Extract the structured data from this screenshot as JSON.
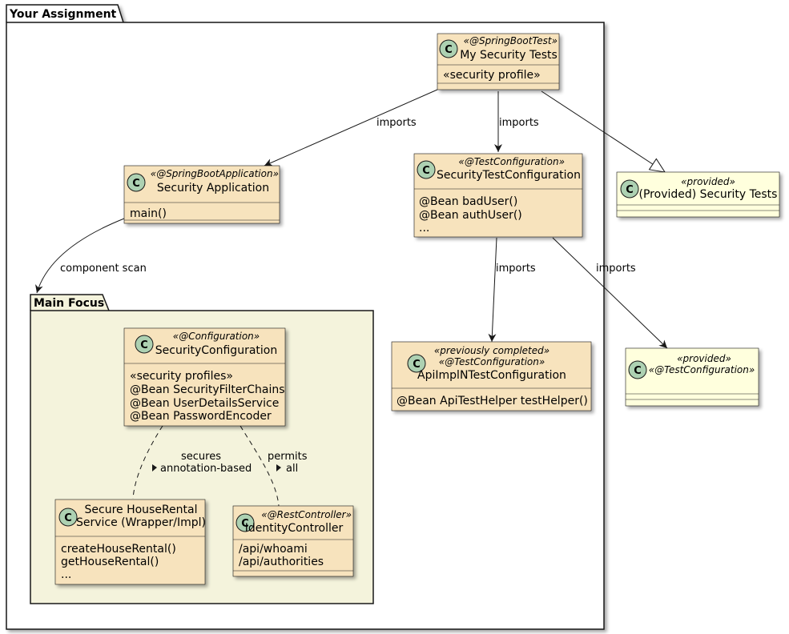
{
  "packages": {
    "outer": {
      "title": "Your Assignment"
    },
    "inner": {
      "title": "Main Focus"
    }
  },
  "classes": {
    "my_security_tests": {
      "stereotype": "«@SpringBootTest»",
      "name": "My Security Tests",
      "members": [
        "«security profile»"
      ]
    },
    "security_application": {
      "stereotype": "«@SpringBootApplication»",
      "name": "Security Application",
      "members": [
        "main()"
      ]
    },
    "security_test_configuration": {
      "stereotype": "«@TestConfiguration»",
      "name": "SecurityTestConfiguration",
      "members": [
        "@Bean badUser()",
        "@Bean authUser()",
        "..."
      ]
    },
    "provided_security_tests": {
      "stereotype": "«provided»",
      "name": "(Provided) Security Tests",
      "members": []
    },
    "security_configuration": {
      "stereotype": "«@Configuration»",
      "name": "SecurityConfiguration",
      "members": [
        "«security profiles»",
        "@Bean SecurityFilterChains",
        "@Bean UserDetailsService",
        "@Bean PasswordEncoder"
      ]
    },
    "api_impl_test_configuration": {
      "stereotype1": "«previously completed»",
      "stereotype2": "«@TestConfiguration»",
      "name": "ApiImplNTestConfiguration",
      "members": [
        "@Bean ApiTestHelper testHelper()"
      ]
    },
    "provided_test_configuration": {
      "stereotype1": "«provided»",
      "stereotype2": "«@TestConfiguration»",
      "name": "",
      "members": []
    },
    "secure_house_rental_service": {
      "name_line1": "Secure HouseRental",
      "name_line2": "Service (Wrapper/Impl)",
      "members": [
        "createHouseRental()",
        "getHouseRental()",
        "..."
      ]
    },
    "identity_controller": {
      "stereotype": "«@RestController»",
      "name": "IdentityController",
      "members": [
        "/api/whoami",
        "/api/authorities"
      ]
    }
  },
  "edges": {
    "imports_app": "imports",
    "imports_testconfig": "imports",
    "component_scan": "component scan",
    "imports_apiimpl": "imports",
    "imports_provided": "imports",
    "secures_line1": "secures",
    "secures_line2": "annotation-based",
    "permits_line1": "permits",
    "permits_line2": "all"
  },
  "colors": {
    "class_fill": "#F7E3BD",
    "class_border": "#A80036",
    "provided_fill": "#FFFFDD",
    "main_focus_fill": "#F4F3DC",
    "circle_fill": "#ADD1B2"
  }
}
